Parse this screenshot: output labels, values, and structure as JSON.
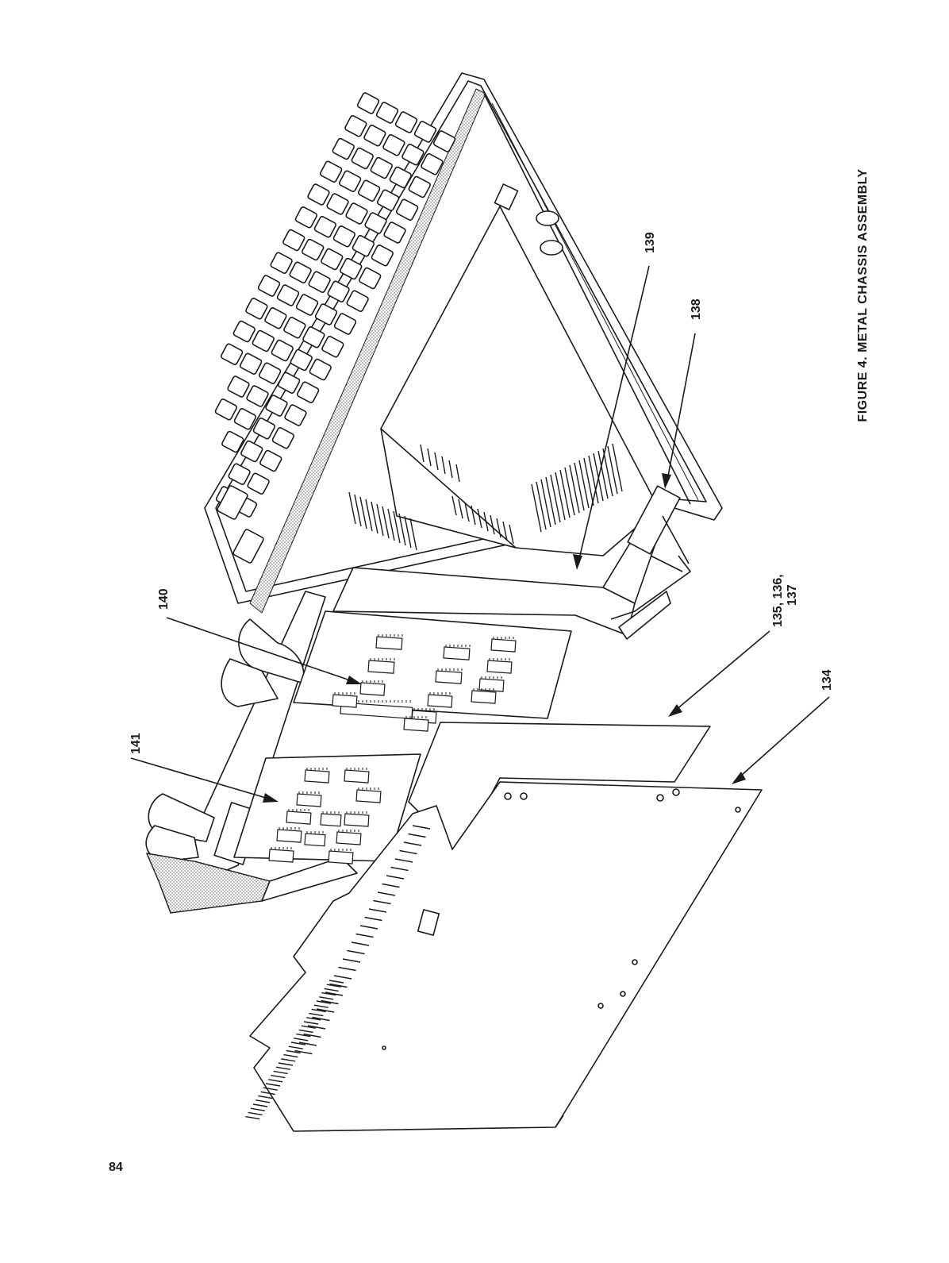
{
  "figure": {
    "caption": "FIGURE 4. METAL CHASSIS ASSEMBLY",
    "page_number": "84",
    "callouts": [
      {
        "id": "134",
        "label": "134"
      },
      {
        "id": "135",
        "label": "135, 136,"
      },
      {
        "id": "137",
        "label": "137"
      },
      {
        "id": "138",
        "label": "138"
      },
      {
        "id": "139",
        "label": "139"
      },
      {
        "id": "140",
        "label": "140"
      },
      {
        "id": "141",
        "label": "141"
      }
    ]
  }
}
